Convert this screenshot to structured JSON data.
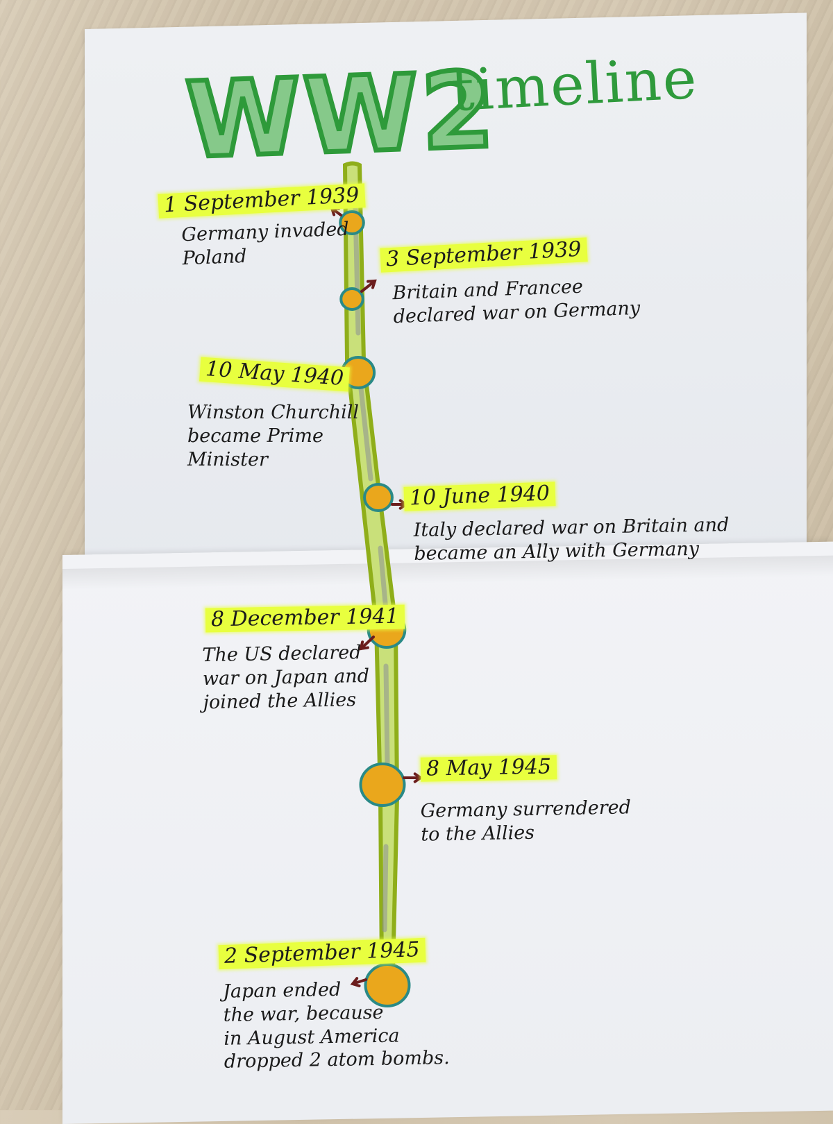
{
  "title": {
    "main": "WW2",
    "sub": "timeline"
  },
  "colors": {
    "title_fill": "#86c98a",
    "title_stroke": "#2e9a3a",
    "highlighter": "#e8ff3f",
    "node_fill": "#eaa71c",
    "node_ring": "#2a8a86",
    "spine_outline": "#8fae1a",
    "arrow": "#6b1d1d"
  },
  "events": [
    {
      "date": "1 September 1939",
      "lines": [
        "Germany invaded",
        "Poland"
      ]
    },
    {
      "date": "3 September 1939",
      "lines": [
        "Britain and Francee",
        "declared war on Germany"
      ]
    },
    {
      "date": "10 May 1940",
      "lines": [
        "Winston Churchill",
        "became Prime",
        "Minister"
      ]
    },
    {
      "date": "10 June 1940",
      "lines": [
        "Italy declared war on Britain and",
        "became an Ally with Germany"
      ]
    },
    {
      "date": "8 December 1941",
      "lines": [
        "The US declared",
        "war on Japan and",
        "joined the Allies"
      ]
    },
    {
      "date": "8 May 1945",
      "lines": [
        "Germany surrendered",
        "to the Allies"
      ]
    },
    {
      "date": "2 September 1945",
      "lines": [
        "Japan ended",
        "the war, because",
        "in August America",
        "dropped 2 atom bombs."
      ]
    }
  ]
}
